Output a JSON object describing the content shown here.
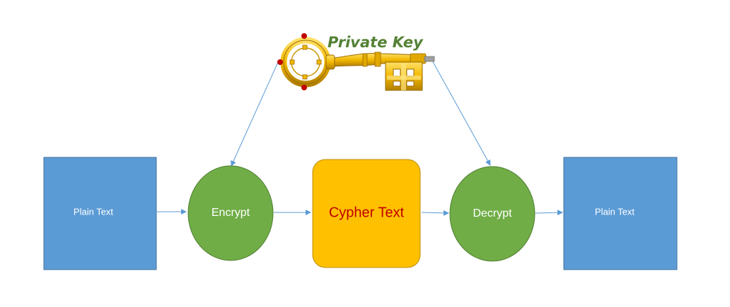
{
  "diagram": {
    "nodes": {
      "plain_text_left": {
        "label": "Plain Text"
      },
      "encrypt": {
        "label": "Encrypt"
      },
      "cypher_text": {
        "label": "Cypher Text"
      },
      "decrypt": {
        "label": "Decrypt"
      },
      "plain_text_right": {
        "label": "Plain Text"
      }
    },
    "key": {
      "label": "Private Key"
    },
    "colors": {
      "box_blue": "#5B9BD5",
      "box_blue_border": "#41719C",
      "circle_green": "#70AD47",
      "circle_green_border": "#507E32",
      "cypher_yellow": "#FFC000",
      "cypher_border": "#BC8C00",
      "cypher_text": "#C00000",
      "key_gold": "#F2B800",
      "key_label": "#548235",
      "arrow": "#5B9BD5",
      "node_text_white": "#FFFFFF"
    },
    "icons": {
      "key": "ornate-key-icon"
    }
  }
}
